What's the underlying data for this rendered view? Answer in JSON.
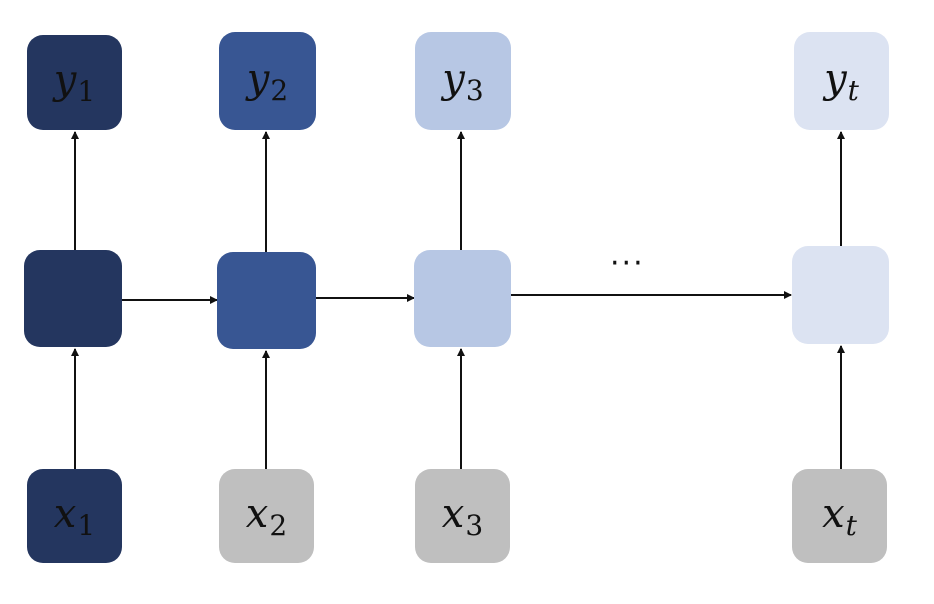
{
  "colors": {
    "step1": "#24365f",
    "step2": "#385693",
    "step3": "#b7c7e4",
    "stept": "#dce3f2",
    "input_gray": "#bfbfbf",
    "arrow": "#111111"
  },
  "outputs": [
    {
      "var": "y",
      "sub": "1"
    },
    {
      "var": "y",
      "sub": "2"
    },
    {
      "var": "y",
      "sub": "3"
    },
    {
      "var": "y",
      "sub": "t"
    }
  ],
  "inputs": [
    {
      "var": "x",
      "sub": "1"
    },
    {
      "var": "x",
      "sub": "2"
    },
    {
      "var": "x",
      "sub": "3"
    },
    {
      "var": "x",
      "sub": "t"
    }
  ],
  "ellipsis": "···"
}
